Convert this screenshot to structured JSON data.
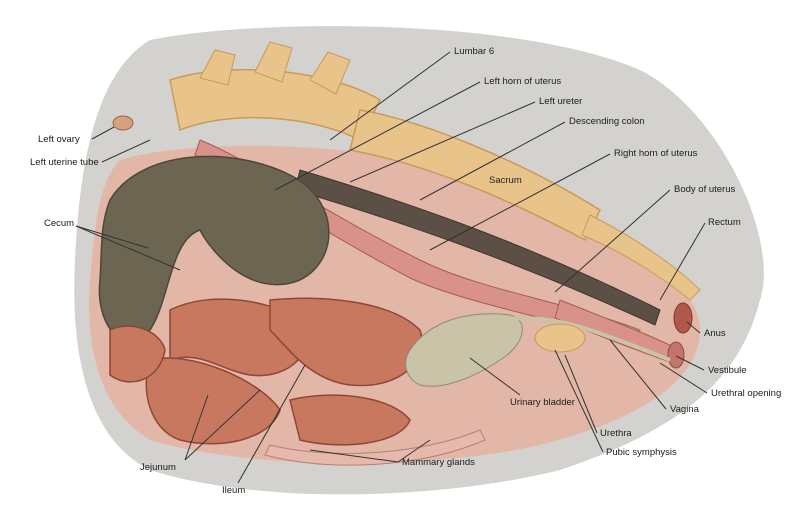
{
  "labels": {
    "lumbar6": "Lumbar 6",
    "left_horn_uterus": "Left horn of uterus",
    "left_ureter": "Left ureter",
    "descending_colon": "Descending colon",
    "right_horn_uterus": "Right horn of uterus",
    "left_ovary": "Left ovary",
    "left_uterine_tube": "Left uterine tube",
    "sacrum": "Sacrum",
    "body_of_uterus": "Body of uterus",
    "cecum": "Cecum",
    "rectum": "Rectum",
    "anus": "Anus",
    "vestibule": "Vestibule",
    "urethral_opening": "Urethral opening",
    "vagina": "Vagina",
    "urinary_bladder": "Urinary bladder",
    "urethra": "Urethra",
    "pubic_symphysis": "Pubic symphysis",
    "mammary_glands": "Mammary glands",
    "jejunum": "Jejunum",
    "ileum": "Ileum"
  },
  "colors": {
    "body_wall": "#d4d2cf",
    "bone": "#e8c48a",
    "bone_shadow": "#c99a5a",
    "cecum": "#6b6552",
    "intestine": "#c97860",
    "intestine_dark": "#8f4636",
    "uterus": "#d9928a",
    "colon": "#5c4f45",
    "bladder": "#c9c3a8",
    "leader": "#333333"
  }
}
